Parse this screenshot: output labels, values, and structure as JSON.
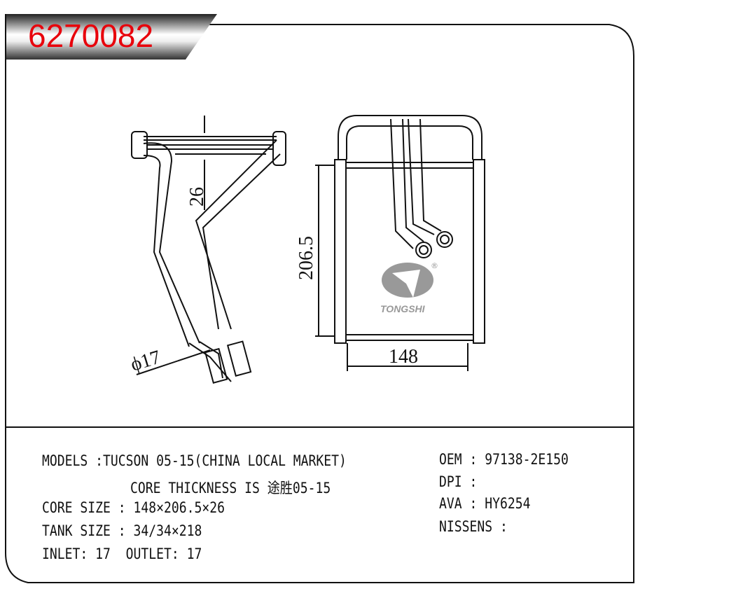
{
  "part_number": "6270082",
  "dimensions": {
    "thickness": "26",
    "height": "206.5",
    "width": "148",
    "pipe_diameter": "ϕ17"
  },
  "logo": {
    "brand": "TONGSHI",
    "registered": "®"
  },
  "specs": {
    "models": "MODELS :TUCSON 05-15(CHINA LOCAL MARKET)",
    "models_line2": "CORE THICKNESS IS 途胜05-15",
    "core_size": "CORE SIZE : 148×206.5×26",
    "tank_size": "TANK SIZE : 34/34×218",
    "inlet_outlet": "INLET: 17  OUTLET: 17",
    "oem": "OEM : 97138-2E150",
    "dpi": "DPI :",
    "ava": "AVA : HY6254",
    "nissens": "NISSENS :"
  },
  "colors": {
    "part_number": "#e8000b",
    "logo": "#999999"
  }
}
